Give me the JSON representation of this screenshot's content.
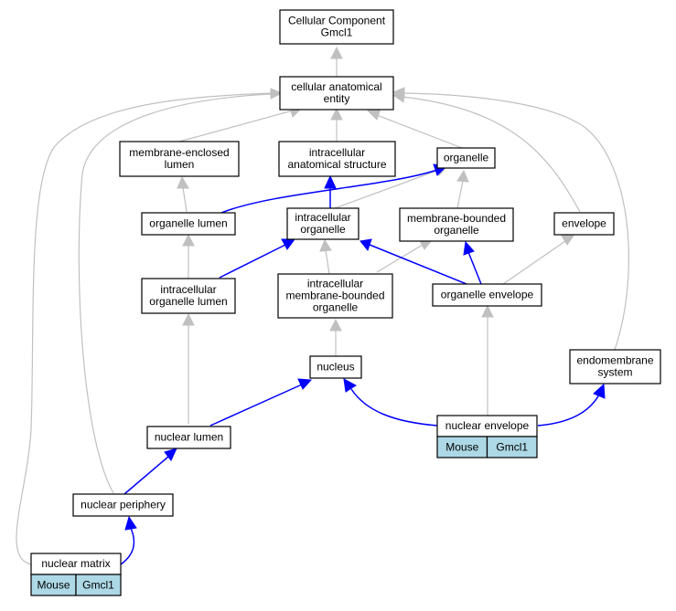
{
  "colors": {
    "is_a_edge": "#c0c0c0",
    "part_of_edge": "#0000ff",
    "annotation_tag": "#add8e6",
    "node_border": "#000000",
    "node_fill": "#ffffff"
  },
  "nodes": [
    {
      "id": "root",
      "lines": [
        "Cellular Component",
        "Gmcl1"
      ]
    },
    {
      "id": "cae",
      "lines": [
        "cellular anatomical",
        "entity"
      ]
    },
    {
      "id": "mel",
      "lines": [
        "membrane-enclosed",
        "lumen"
      ]
    },
    {
      "id": "ias",
      "lines": [
        "intracellular",
        "anatomical structure"
      ]
    },
    {
      "id": "org",
      "lines": [
        "organelle"
      ]
    },
    {
      "id": "orglum",
      "lines": [
        "organelle lumen"
      ]
    },
    {
      "id": "intorg",
      "lines": [
        "intracellular",
        "organelle"
      ]
    },
    {
      "id": "mbo",
      "lines": [
        "membrane-bounded",
        "organelle"
      ]
    },
    {
      "id": "env",
      "lines": [
        "envelope"
      ]
    },
    {
      "id": "iol",
      "lines": [
        "intracellular",
        "organelle lumen"
      ]
    },
    {
      "id": "imbo",
      "lines": [
        "intracellular",
        "membrane-bounded",
        "organelle"
      ]
    },
    {
      "id": "orgenv",
      "lines": [
        "organelle envelope"
      ]
    },
    {
      "id": "nucleus",
      "lines": [
        "nucleus"
      ]
    },
    {
      "id": "endo",
      "lines": [
        "endomembrane",
        "system"
      ]
    },
    {
      "id": "nuclum",
      "lines": [
        "nuclear lumen"
      ]
    },
    {
      "id": "nucenv",
      "lines": [
        "nuclear envelope"
      ],
      "tags": [
        "Mouse",
        "Gmcl1"
      ]
    },
    {
      "id": "nucper",
      "lines": [
        "nuclear periphery"
      ]
    },
    {
      "id": "nucmat",
      "lines": [
        "nuclear matrix"
      ],
      "tags": [
        "Mouse",
        "Gmcl1"
      ]
    }
  ]
}
